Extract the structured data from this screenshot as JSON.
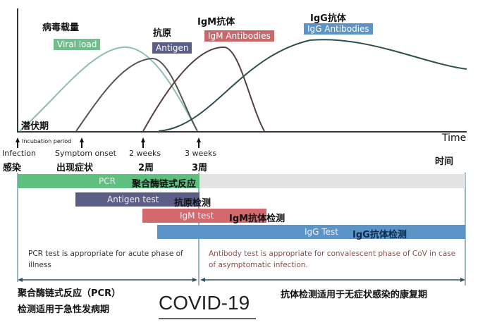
{
  "chart": {
    "curves": [
      {
        "cn": "病毒载量",
        "en": "Viral load",
        "color": "#6fbf8a"
      },
      {
        "cn": "抗原",
        "en": "Antigen",
        "color": "#5b5f86"
      },
      {
        "cn": "IgM抗体",
        "en": "IgM Antibodies",
        "color": "#c9676b"
      },
      {
        "cn": "IgG抗体",
        "en": "IgG Antibodies",
        "color": "#5b94c7"
      }
    ],
    "incubation_cn": "潜伏期",
    "incubation_en": "Incubation period",
    "time_en": "Time",
    "time_cn": "时间",
    "milestones": [
      {
        "en": "Infection",
        "cn": "感染"
      },
      {
        "en": "Symptom onset",
        "cn": "出现症状"
      },
      {
        "en": "2 weeks",
        "cn": "2周"
      },
      {
        "en": "3 weeks",
        "cn": "3周"
      }
    ]
  },
  "tests": [
    {
      "en": "PCR",
      "cn": "聚合酶链式反应",
      "color": "#5fbf7e"
    },
    {
      "en": "Antigen test",
      "cn": "抗原检测",
      "color": "#5b5f86"
    },
    {
      "en": "IgM test",
      "cn": "IgM抗体检测",
      "color": "#d2696c"
    },
    {
      "en": "IgG Test",
      "cn": "IgG抗体检测",
      "color": "#5b94c7"
    }
  ],
  "notes": {
    "left": "PCR test is appropriate for acute phase of illness",
    "right": "Antibody test is appropriate for convalescent phase of CoV in case of asymptomatic infection."
  },
  "footer": {
    "left_line1": "聚合酶链式反应（PCR）",
    "left_line2": "检测适用于急性发病期",
    "title": "COVID-19",
    "right": "抗体检测适用于无症状感染的康复期"
  }
}
